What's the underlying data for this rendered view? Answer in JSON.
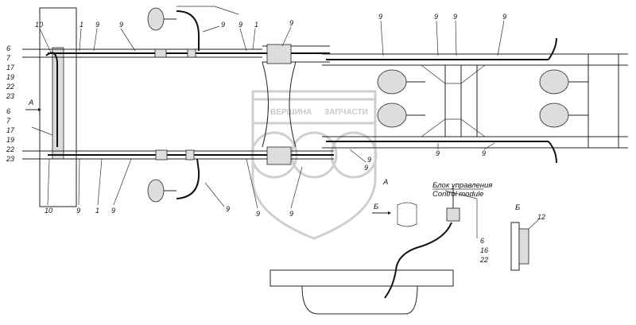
{
  "callouts": {
    "left_group_top": [
      "6",
      "7",
      "17",
      "19",
      "22",
      "23"
    ],
    "left_group_mid": [
      "6",
      "7",
      "17",
      "19",
      "22",
      "23"
    ],
    "c10_top": "10",
    "c1_top_a": "1",
    "c9_top_a": "9",
    "c9_top_b": "9",
    "c9_top_c": "9",
    "c9_top_d": "9",
    "c1_top_b": "1",
    "c9_top_e": "9",
    "c10_bot": "10",
    "c9_bot_a": "9",
    "c1_bot": "1",
    "c9_bot_b": "9",
    "c9_bot_c": "9",
    "c9_bot_d": "9",
    "c9_bot_e": "9",
    "c9_r1": "9",
    "c9_r2": "9",
    "c9_r3": "9",
    "c9_r4": "9",
    "c9_r5": "9",
    "c9_r6": "9",
    "c9_r7": "9",
    "c9_r8": "9",
    "c6_mod": "6",
    "c16_mod": "16",
    "c22_mod": "22",
    "c12": "12"
  },
  "view_A": "A",
  "view_A_arrow": "A",
  "view_B": "Б",
  "view_B_arrow": "Б",
  "module_caption_ru": "Блок управления",
  "module_caption_en": "Control module",
  "watermark_text_1": "ВЕРШИНА",
  "watermark_text_2": "ЗАПЧАСТИ"
}
